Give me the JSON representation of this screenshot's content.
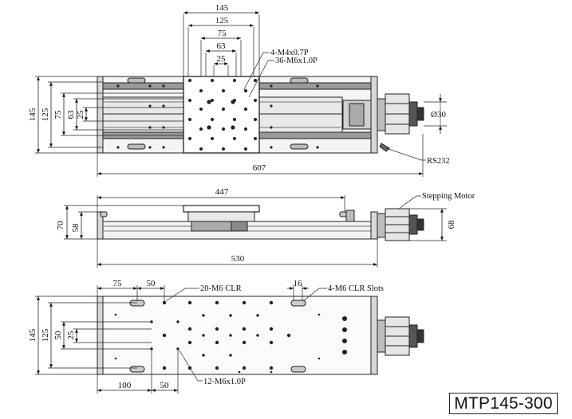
{
  "model": "MTP145-300",
  "top_view": {
    "dims": {
      "d145_top": "145",
      "d125_top": "125",
      "d75_top": "75",
      "d63_top": "63",
      "d25_top": "25",
      "d145_left": "145",
      "d125_left": "125",
      "d75_left": "75",
      "d63_left": "63",
      "d25_left": "25",
      "d607": "607",
      "dia30": "Ø30"
    },
    "callouts": {
      "tap_m4": "4-M4x0.7P",
      "tap_m6": "36-M6x1.0P",
      "rs232": "RS232"
    }
  },
  "side_view": {
    "dims": {
      "d447": "447",
      "d70": "70",
      "d58": "58",
      "d530": "530",
      "d68": "68"
    },
    "callouts": {
      "stepping_motor": "Stepping Motor"
    }
  },
  "bottom_view": {
    "dims": {
      "d75": "75",
      "d50_top": "50",
      "d16": "16",
      "d145_left": "145",
      "d125_left": "125",
      "d50_left": "50",
      "d25_left": "25",
      "d100": "100",
      "d50_bottom": "50"
    },
    "callouts": {
      "clr_20": "20-M6 CLR",
      "clr_slots": "4-M6 CLR Slots",
      "tap_12": "12-M6x1.0P"
    }
  }
}
